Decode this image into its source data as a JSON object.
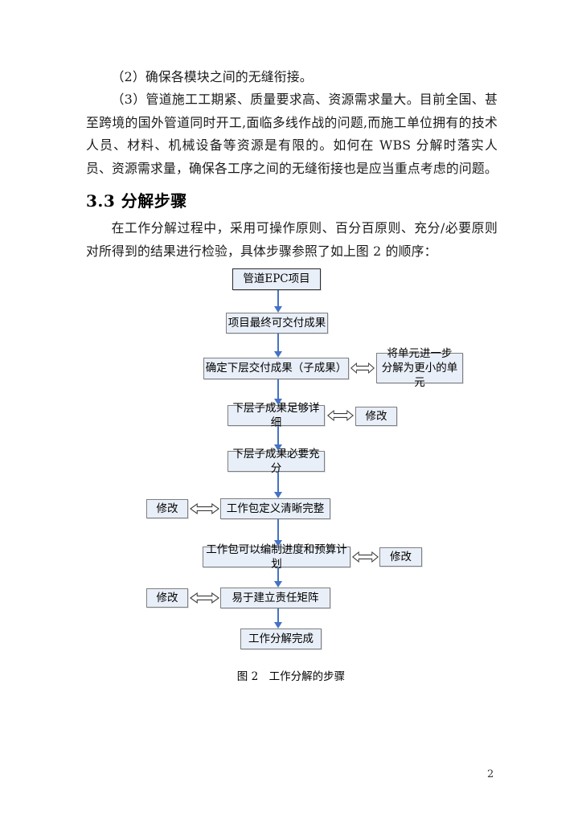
{
  "heading": "3.3 分解步骤",
  "paragraphs": {
    "p1": "（2）确保各模块之间的无缝衔接。",
    "p2": "（3）管道施工工期紧、质量要求高、资源需求量大。目前全国、甚至跨境的国外管道同时开工,面临多线作战的问题,而施工单位拥有的技术人员、材料、机械设备等资源是有限的。如何在 WBS 分解时落实人员、资源需求量，确保各工序之间的无缝衔接也是应当重点考虑的问题。",
    "p3": "在工作分解过程中，采用可操作原则、百分百原则、充分/必要原则对所得到的结果进行检验，具体步骤参照了如上图 2 的顺序："
  },
  "figure": {
    "caption": "图 2　工作分解的步骤",
    "nodes": [
      {
        "label": "管道EPC项目"
      },
      {
        "label": "项目最终可交付成果"
      },
      {
        "label": "确定下层交付成果（子成果）"
      },
      {
        "line1": "将单元进一步",
        "line2": "分解为更小的单元"
      },
      {
        "label": "下层子成果足够详细"
      },
      {
        "label": "修改"
      },
      {
        "label": "下层子成果必要充分"
      },
      {
        "label": "工作包定义清晰完整"
      },
      {
        "label": "修改"
      },
      {
        "label": "工作包可以编制进度和预算计划"
      },
      {
        "label": "修改"
      },
      {
        "label": "易于建立责任矩阵"
      },
      {
        "label": "修改"
      },
      {
        "label": "工作分解完成"
      }
    ],
    "colors": {
      "box_fill": "#e9eff8",
      "box_border": "#7f7f7f",
      "start_box_border": "#2b2b2b",
      "arrow_blue": "#4472c4"
    }
  },
  "page": {
    "number": "2"
  }
}
